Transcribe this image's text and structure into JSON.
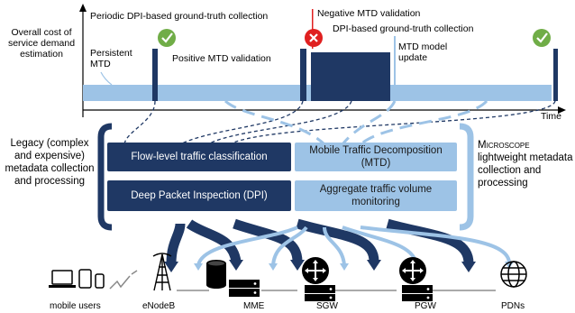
{
  "timeline": {
    "cost_label": "Overall cost of service demand estimation",
    "time_label": "Time",
    "persistent_mtd": "Persistent MTD",
    "periodic_collection": "Periodic DPI-based ground-truth collection",
    "positive_validation": "Positive MTD validation",
    "negative_validation": "Negative MTD validation",
    "dpi_collection": "DPI-based ground-truth collection",
    "mtd_model_update": "MTD model update"
  },
  "legacy": {
    "caption": "Legacy (complex and expensive) metadata collection and processing",
    "flow_classification": "Flow-level traffic classification",
    "dpi": "Deep Packet Inspection (DPI)"
  },
  "microscope": {
    "name": "Microscope",
    "caption": "lightweight metadata collection and processing",
    "mtd": "Mobile Traffic Decomposition (MTD)",
    "aggregate_monitoring": "Aggregate traffic volume monitoring"
  },
  "network": {
    "mobile_users": "mobile users",
    "enodeb": "eNodeB",
    "mme": "MME",
    "sgw": "SGW",
    "pgw": "PGW",
    "pdns": "PDNs"
  },
  "colors": {
    "dark_blue": "#1f3864",
    "light_blue": "#9dc3e6",
    "check_green": "#70ad47",
    "cross_red": "#e02020"
  }
}
